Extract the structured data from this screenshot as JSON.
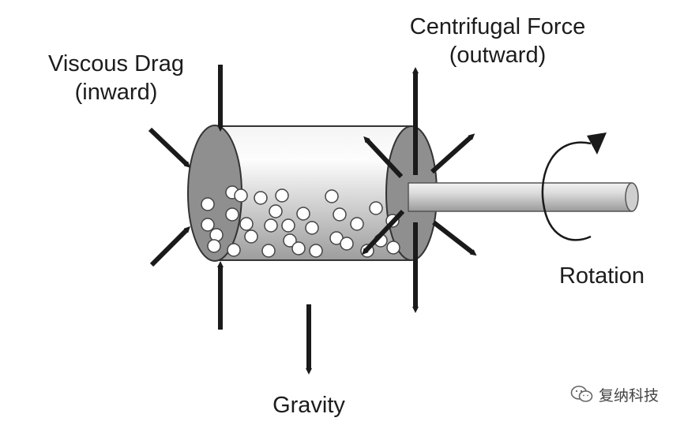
{
  "labels": {
    "viscous_drag": {
      "line1": "Viscous Drag",
      "line2": "(inward)"
    },
    "centrifugal_force": {
      "line1": "Centrifugal Force",
      "line2": "(outward)"
    },
    "rotation": "Rotation",
    "gravity": "Gravity"
  },
  "watermark": {
    "text": "复纳科技",
    "icon": "wechat-icon"
  },
  "colors": {
    "arrow": "#1a1a1a",
    "end_cap": "#8f8f8f",
    "cylinder_body": "#d9d9d9",
    "shaft": "#c8c8c8",
    "particle": "#ffffff"
  },
  "icons": [
    "arrow-icon",
    "rotation-arrow-icon",
    "wechat-icon"
  ]
}
